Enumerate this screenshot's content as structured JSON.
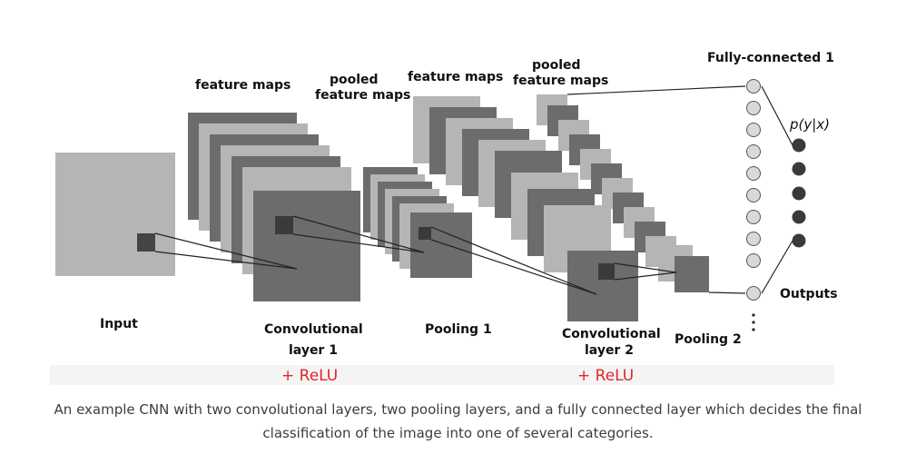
{
  "diagram": {
    "labels": {
      "feature_maps_1": "feature maps",
      "pooled_1_line1": "pooled",
      "pooled_1_line2": "feature maps",
      "feature_maps_2": "feature maps",
      "pooled_2_line1": "pooled",
      "pooled_2_line2": "feature maps",
      "fully_connected": "Fully-connected 1",
      "probability": "p(y|x)",
      "outputs": "Outputs",
      "input": "Input",
      "conv1_line1": "Convolutional",
      "conv1_line2": "layer 1",
      "pooling1": "Pooling 1",
      "conv2_line1": "Convolutional",
      "conv2_line2": "layer 2",
      "pooling2": "Pooling 2",
      "relu_1": "+ ReLU",
      "relu_2": "+ ReLU"
    },
    "colors": {
      "light_gray": "#b5b5b5",
      "mid_gray": "#8e8e8e",
      "dark_gray": "#6c6c6c",
      "node_fill": "#d9d9d9",
      "output_node": "#3a3a3a",
      "relu_red": "#e0252f",
      "band": "#f4f4f4"
    }
  },
  "caption": "An example CNN with two convolutional layers, two pooling layers, and a fully connected layer which decides the final classification of the image into one of several categories."
}
